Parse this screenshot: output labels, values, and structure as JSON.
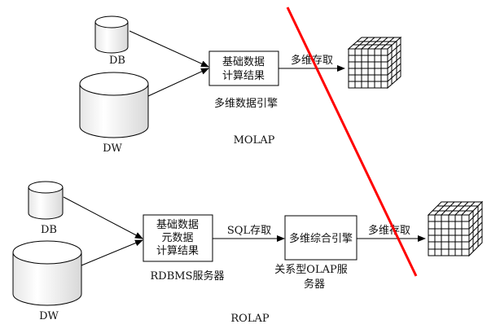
{
  "molap": {
    "db_label": "DB",
    "dw_label": "DW",
    "box_line1": "基础数据",
    "box_line2": "计算结果",
    "engine_label": "多维数据引擎",
    "access_label": "多维存取",
    "caption": "MOLAP"
  },
  "rolap": {
    "db_label": "DB",
    "dw_label": "DW",
    "box_line1": "基础数据",
    "box_line2": "元数据",
    "box_line3": "计算结果",
    "server_label": "RDBMS服务器",
    "sql_label": "SQL存取",
    "engine_box": "多维综合引擎",
    "olap_line1": "关系型OLAP服",
    "olap_line2": "务器",
    "access_label": "多维存取",
    "caption": "ROLAP"
  },
  "colors": {
    "strike_line": "#ff0000",
    "stroke": "#000000"
  }
}
